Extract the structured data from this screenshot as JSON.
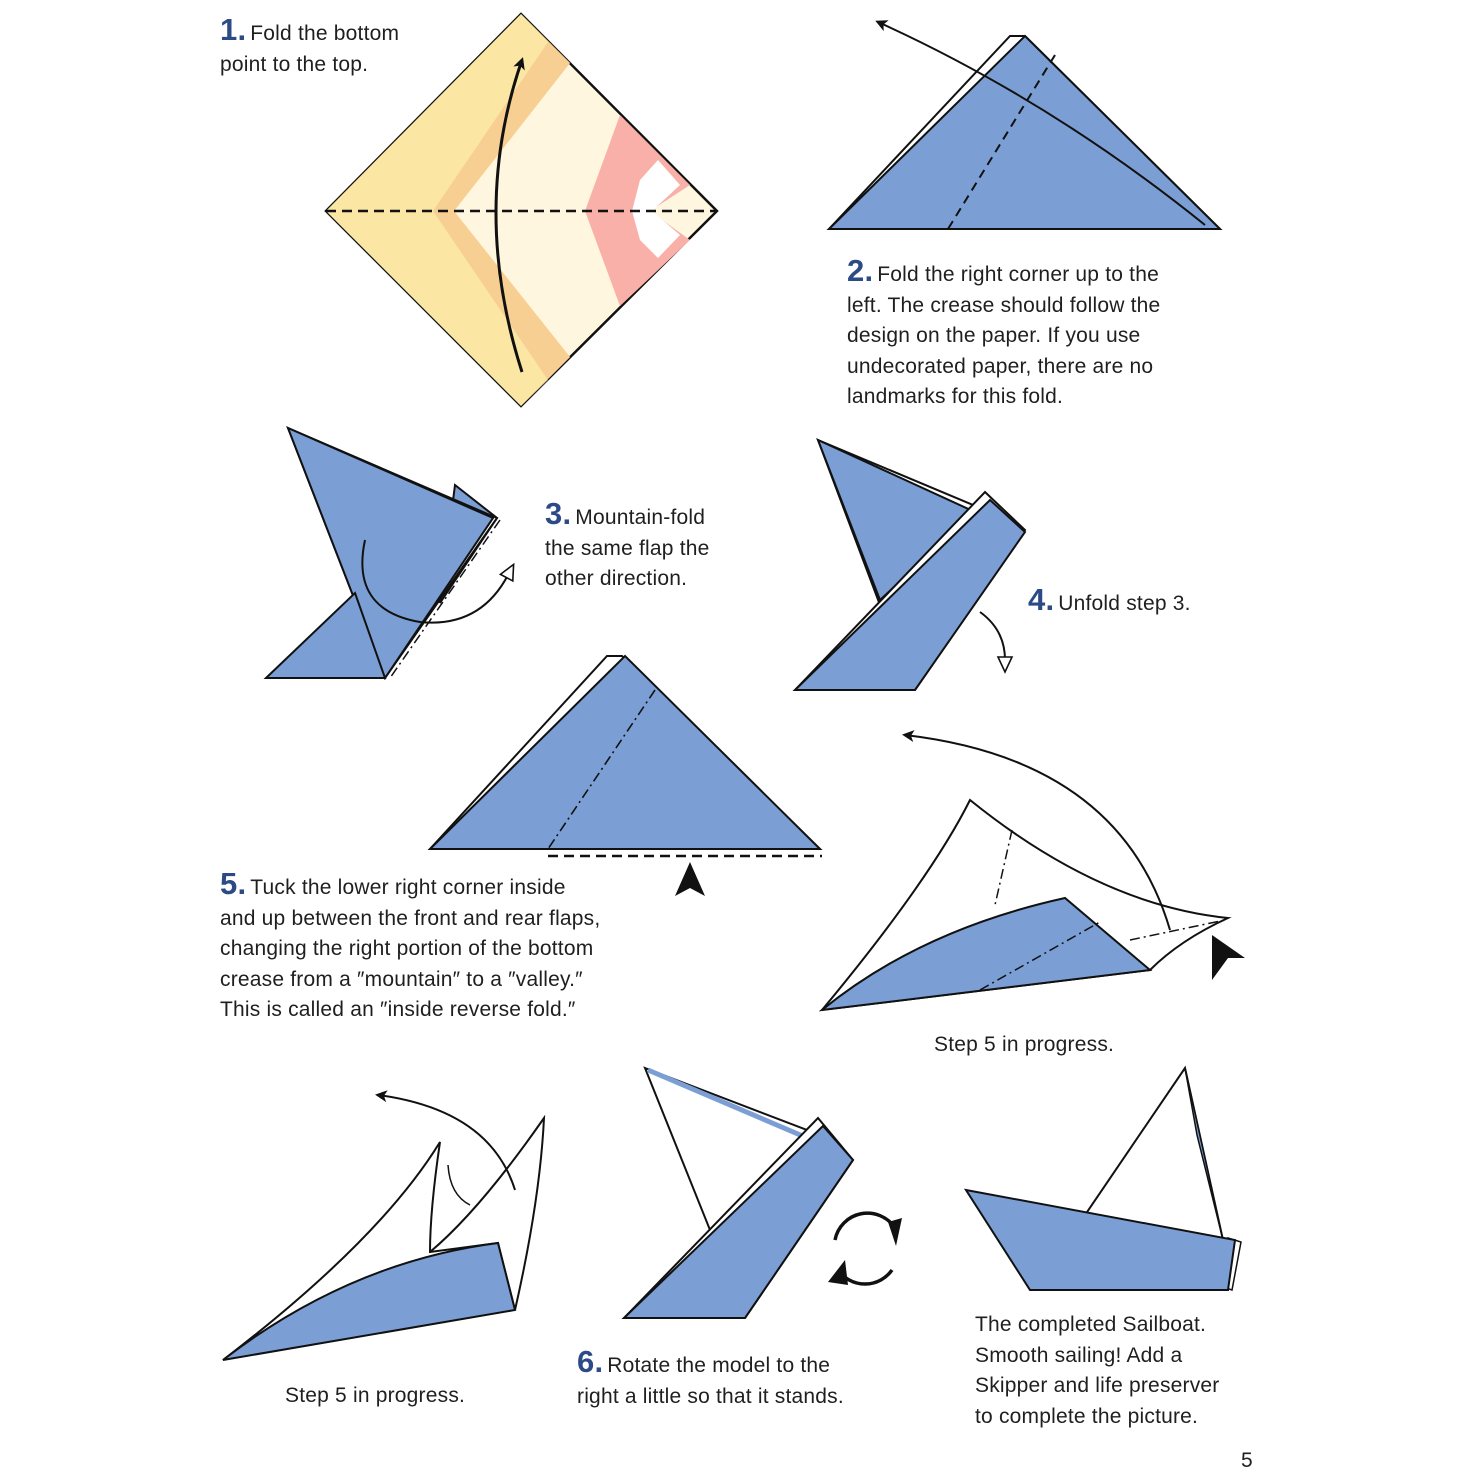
{
  "colors": {
    "paper_blue": "#7b9fd4",
    "step_number": "#2b4a86",
    "paper_yellow": "#fbe6a4",
    "paper_pink": "#f8b0a8"
  },
  "steps": [
    {
      "number": "1.",
      "text_lines": [
        "Fold the bottom",
        "point to the top."
      ]
    },
    {
      "number": "2.",
      "text_lines": [
        "Fold the right corner up to the",
        "left. The crease should follow the",
        "design on the paper. If you use",
        "undecorated paper, there are no",
        "landmarks for this fold."
      ]
    },
    {
      "number": "3.",
      "text_lines": [
        "Mountain-fold",
        "the same flap the",
        "other direction."
      ]
    },
    {
      "number": "4.",
      "text_lines": [
        "Unfold step 3."
      ]
    },
    {
      "number": "5.",
      "text_lines": [
        "Tuck the lower right corner inside",
        "and up between the front and rear flaps,",
        "changing the right portion of the bottom",
        "crease from a ″mountain″ to a ″valley.″",
        "This is called an ″inside reverse fold.″"
      ]
    },
    {
      "number": "6.",
      "text_lines": [
        "Rotate the model to the",
        "right a little so that it stands."
      ]
    }
  ],
  "in_progress_captions": [
    "Step 5 in progress.",
    "Step 5 in progress."
  ],
  "final_caption_lines": [
    "The completed Sailboat.",
    "Smooth sailing! Add a",
    "Skipper and life preserver",
    "to complete the picture."
  ],
  "page_number": "5",
  "icons": [
    "fold-arrow-icon",
    "mountain-fold-arrow-icon",
    "unfold-arrow-icon",
    "push-arrow-icon",
    "rotate-icon"
  ]
}
